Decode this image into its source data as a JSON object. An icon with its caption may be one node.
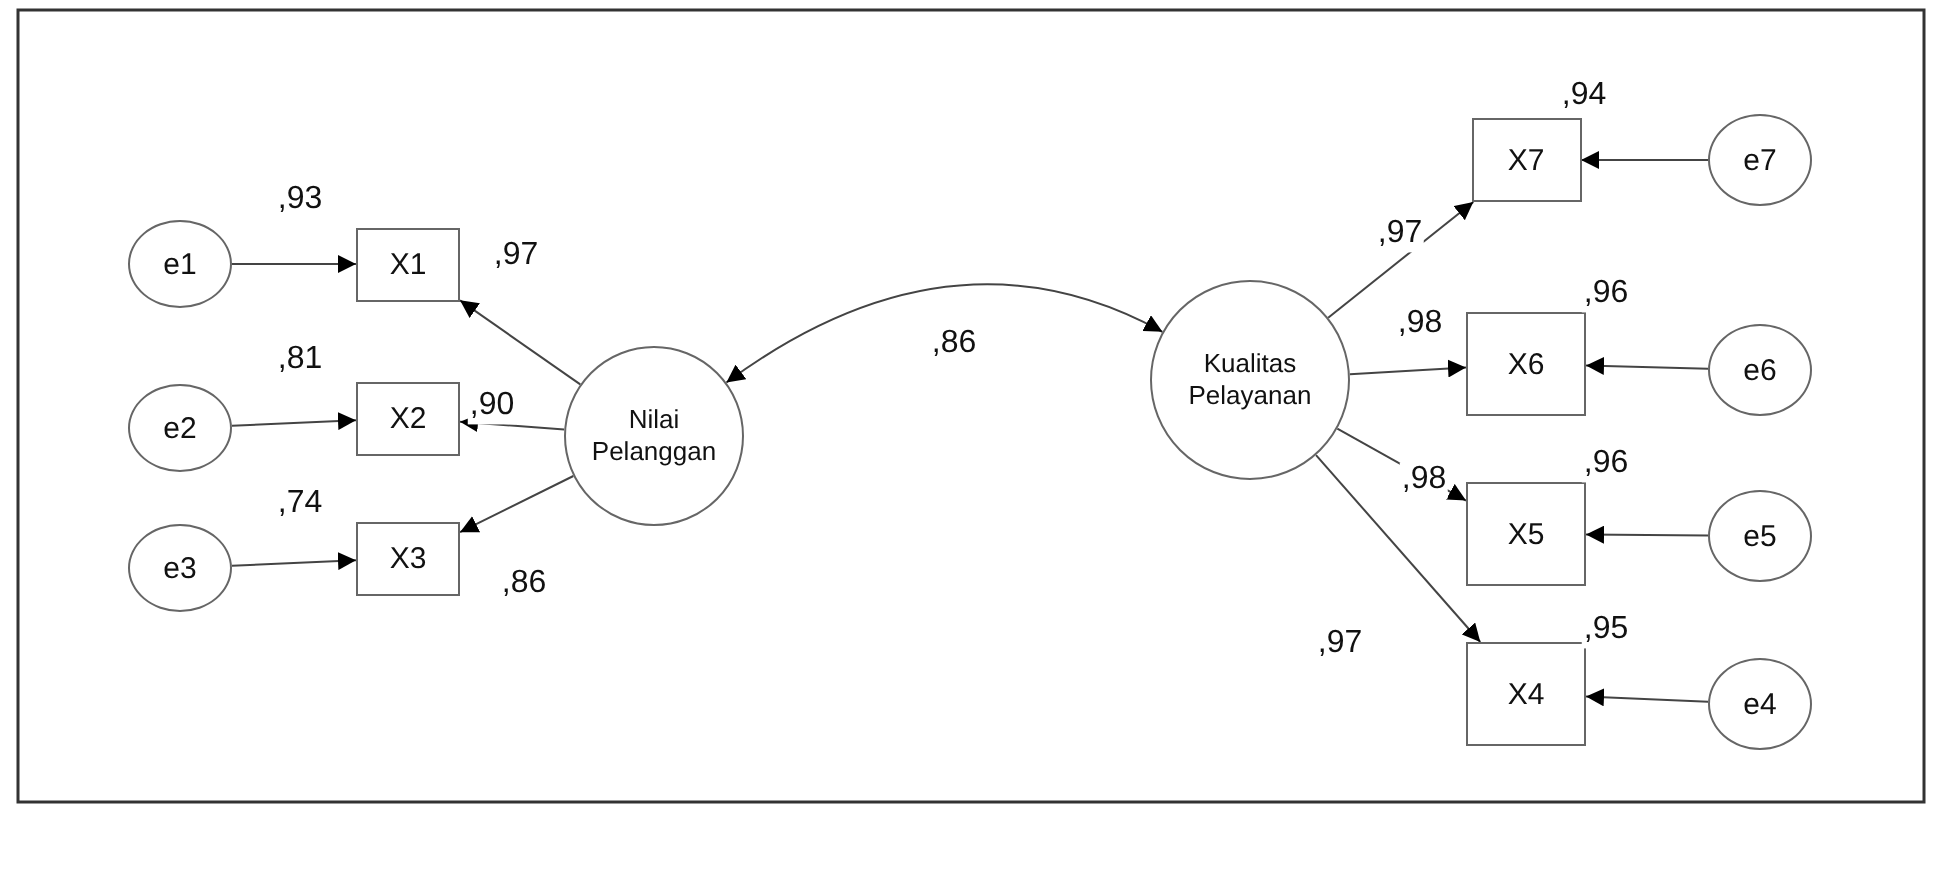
{
  "diagram": {
    "nodes": [
      {
        "text": [
          "e1"
        ]
      },
      {
        "text": [
          "X1"
        ],
        "beside": [
          ",93"
        ]
      },
      {
        "text": [
          "e2"
        ]
      },
      {
        "text": [
          "X2"
        ],
        "beside": [
          ",81"
        ]
      },
      {
        "text": [
          "e3"
        ]
      },
      {
        "text": [
          "X3"
        ],
        "beside": [
          ",74"
        ]
      },
      {
        "text": [
          "Nilai Pelanggan"
        ]
      },
      {
        "text": [
          "Kualitas Pelayanan"
        ]
      },
      {
        "text": [
          "X7"
        ],
        "beside": [
          ",94"
        ]
      },
      {
        "text": [
          "e7"
        ]
      },
      {
        "text": [
          "X6"
        ],
        "beside": [
          ",96"
        ]
      },
      {
        "text": [
          "e6"
        ]
      },
      {
        "text": [
          "X5"
        ],
        "beside": [
          ",96"
        ]
      },
      {
        "text": [
          "e5"
        ]
      },
      {
        "text": [
          "X4"
        ],
        "beside": [
          ",95"
        ]
      },
      {
        "text": [
          "e4"
        ]
      }
    ],
    "edges": [
      {
        "from": 0,
        "to": 1,
        "arrow": "to"
      },
      {
        "from": 2,
        "to": 3,
        "arrow": "to"
      },
      {
        "from": 4,
        "to": 5,
        "arrow": "to"
      },
      {
        "from": 6,
        "to": 1,
        "arrow": "to",
        "label": ",97"
      },
      {
        "from": 6,
        "to": 3,
        "arrow": "to",
        "label": ",90"
      },
      {
        "from": 6,
        "to": 5,
        "arrow": "to",
        "label": ",86"
      },
      {
        "from": 6,
        "to": 7,
        "arrow": "both",
        "label": ",86"
      },
      {
        "from": 7,
        "to": 8,
        "arrow": "to",
        "label": ",97"
      },
      {
        "from": 7,
        "to": 10,
        "arrow": "to",
        "label": ",98"
      },
      {
        "from": 7,
        "to": 12,
        "arrow": "to",
        "label": ",98"
      },
      {
        "from": 7,
        "to": 14,
        "arrow": "to",
        "label": ",97"
      },
      {
        "from": 9,
        "to": 8,
        "arrow": "to"
      },
      {
        "from": 11,
        "to": 10,
        "arrow": "to"
      },
      {
        "from": 13,
        "to": 12,
        "arrow": "to"
      },
      {
        "from": 15,
        "to": 14,
        "arrow": "to"
      }
    ]
  }
}
